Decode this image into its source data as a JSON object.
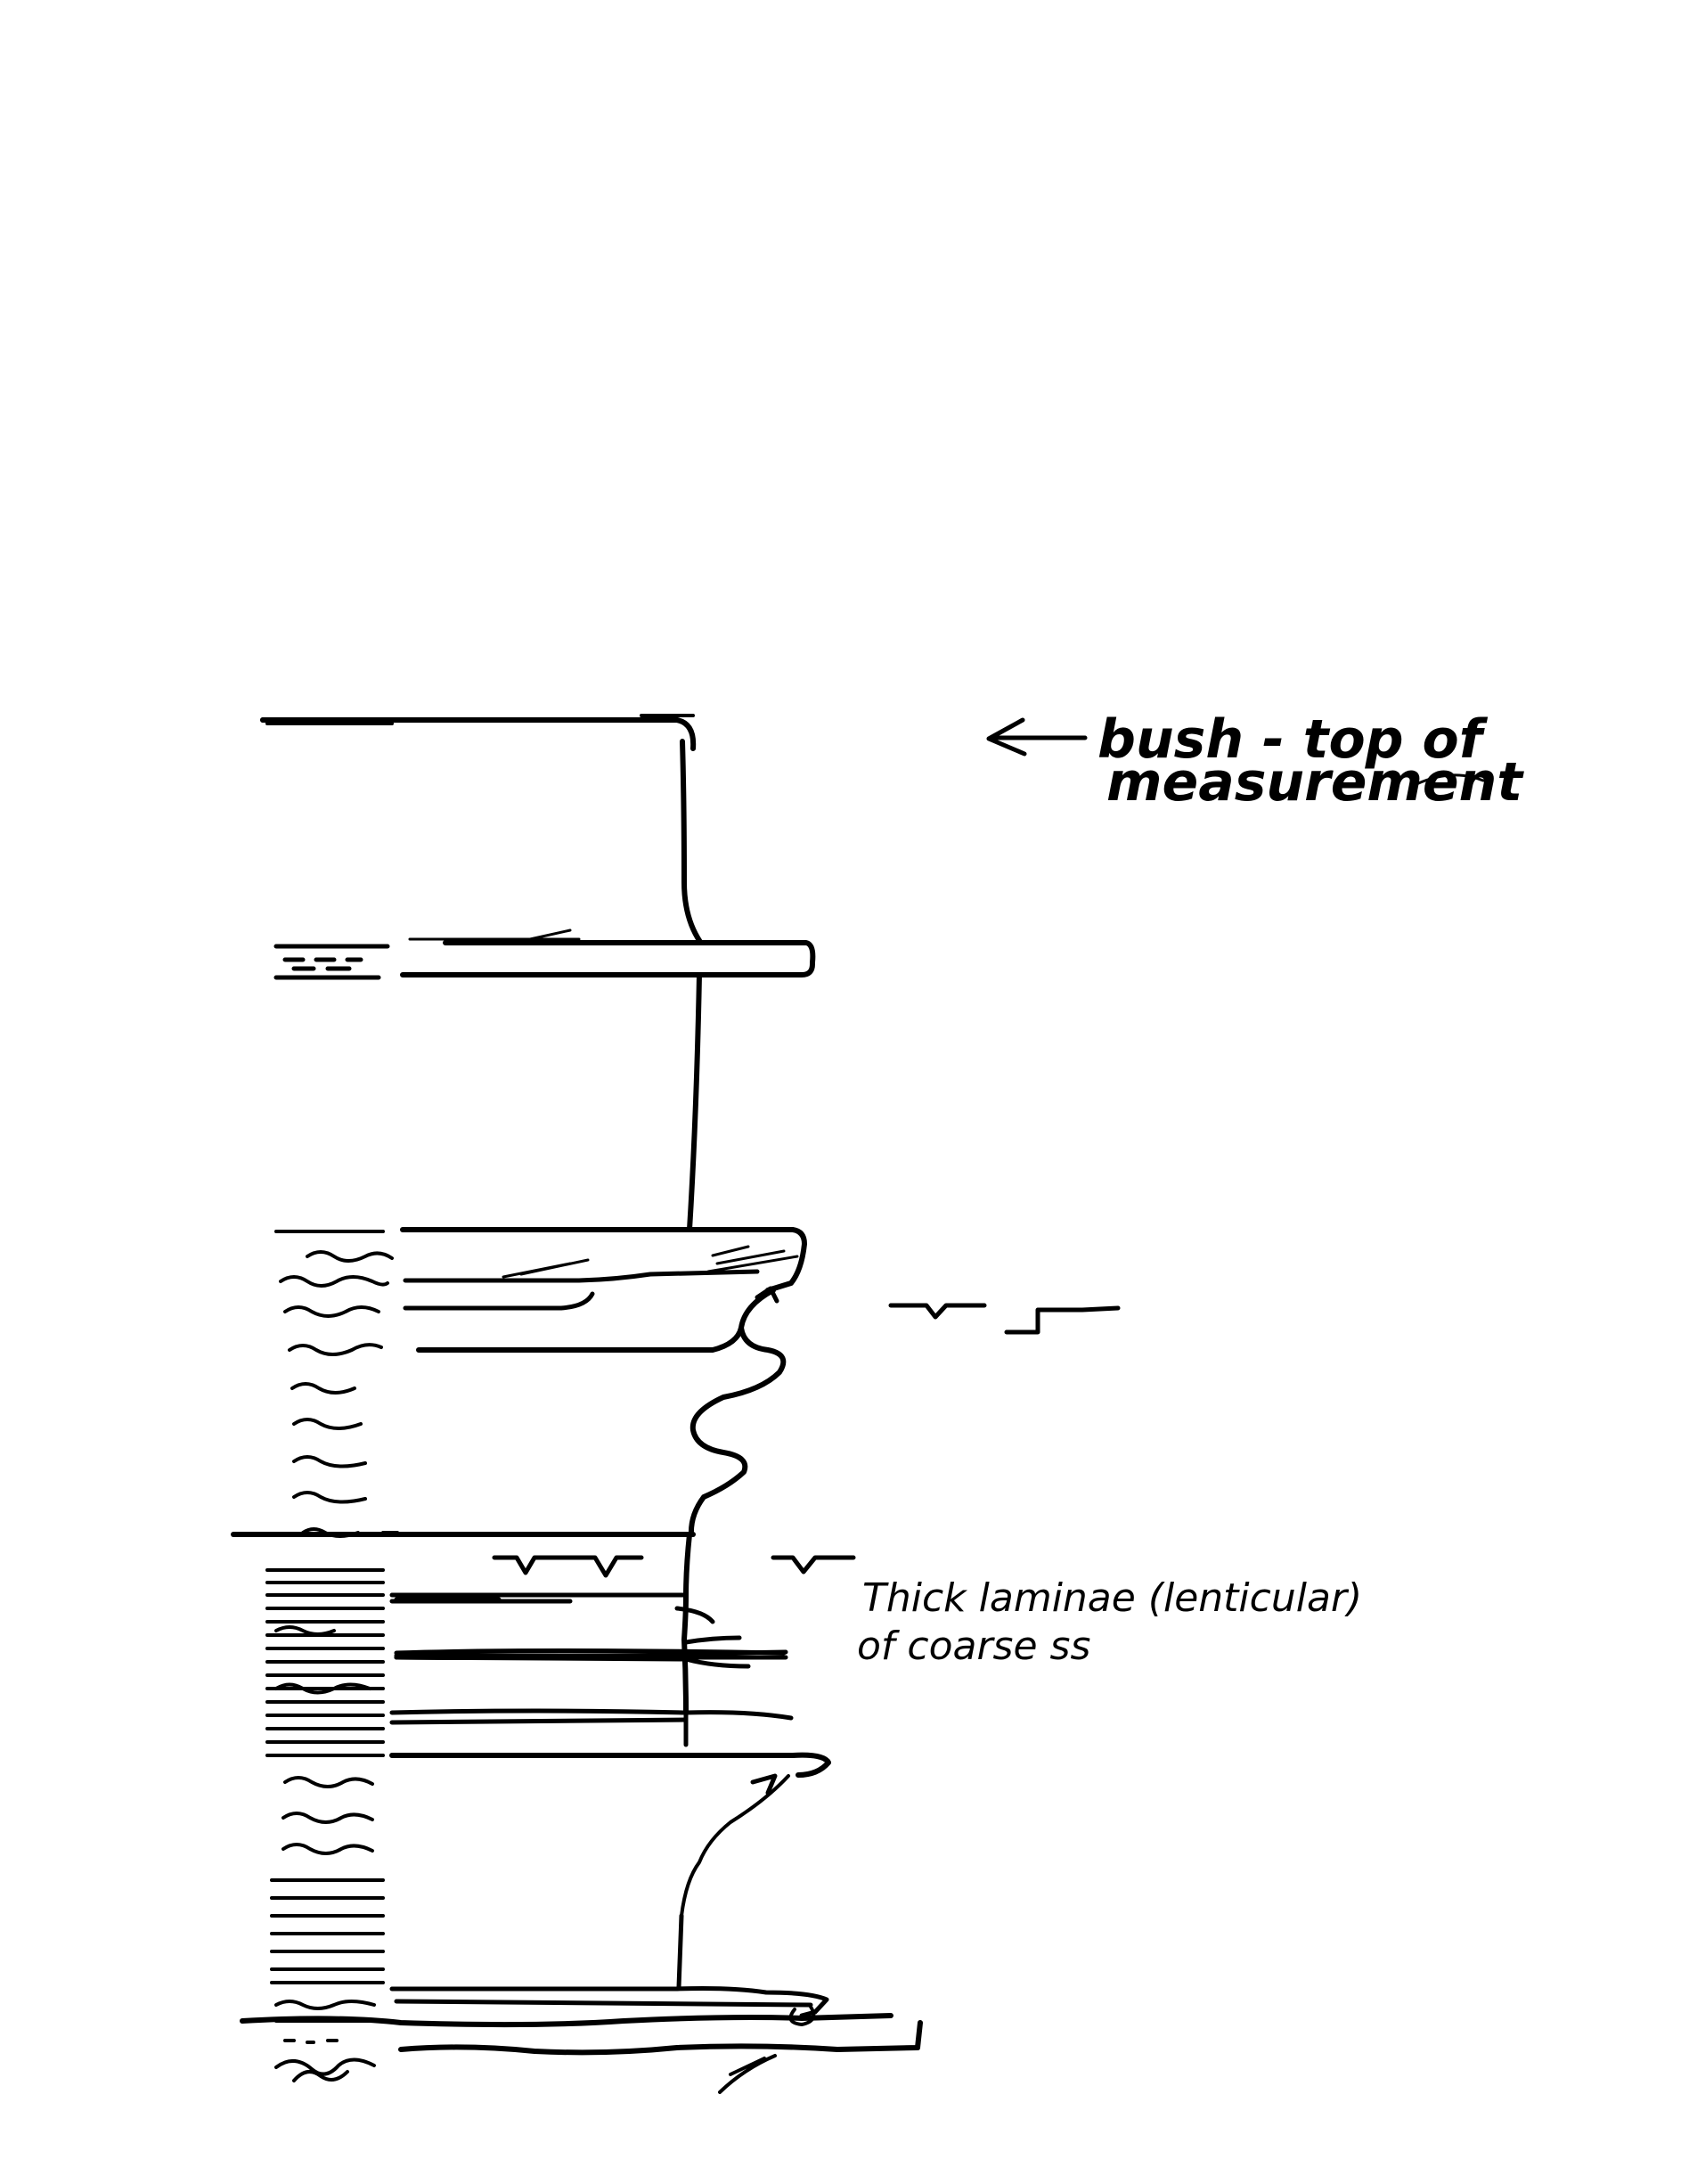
{
  "annotations": {
    "top": {
      "line1": "bush - top of",
      "line2": "measurement"
    },
    "laminae": {
      "line1": "Thick laminae (lenticular)",
      "line2": "of coarse ss"
    }
  },
  "colors": {
    "ink": "#000000",
    "paper": "#ffffff"
  },
  "icons": {
    "pointer": "left-arrow-icon",
    "ripple_symbol": "ripple-symbol-icon"
  }
}
